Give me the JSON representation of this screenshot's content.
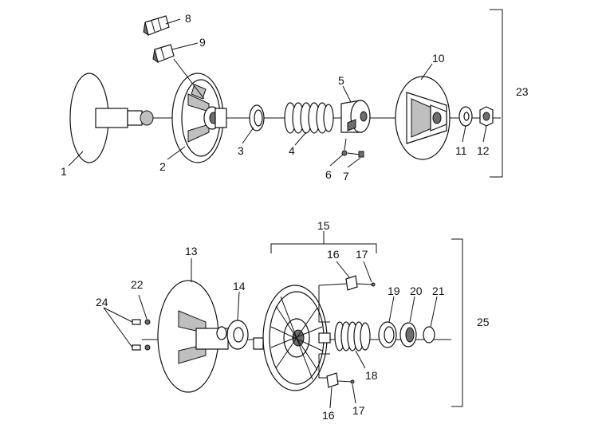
{
  "diagram": {
    "labels": {
      "p1": "1",
      "p2": "2",
      "p3": "3",
      "p4": "4",
      "p5": "5",
      "p6": "6",
      "p7": "7",
      "p8": "8",
      "p9": "9",
      "p10": "10",
      "p11": "11",
      "p12": "12",
      "p13": "13",
      "p14": "14",
      "p15": "15",
      "p16a": "16",
      "p16b": "16",
      "p17a": "17",
      "p17b": "17",
      "p18": "18",
      "p19": "19",
      "p20": "20",
      "p21": "21",
      "p22": "22",
      "p23": "23",
      "p24": "24",
      "p25": "25"
    }
  }
}
